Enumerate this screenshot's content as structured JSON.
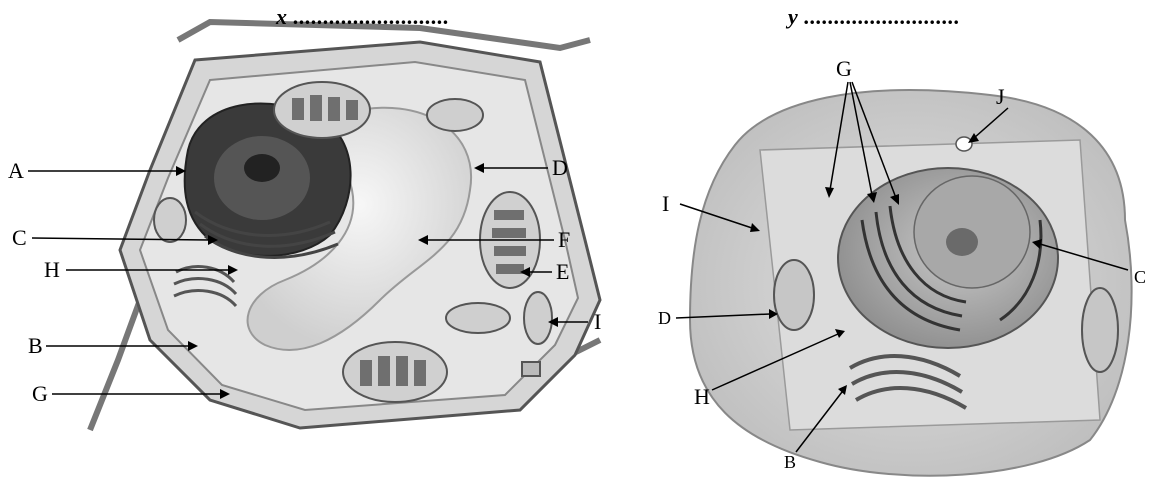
{
  "plant": {
    "title": "x ..........................",
    "labels": {
      "A": "A",
      "B": "B",
      "C": "C",
      "D": "D",
      "E": "E",
      "F": "F",
      "G": "G",
      "H": "H",
      "I": "I"
    }
  },
  "animal": {
    "title": "y ..........................",
    "labels": {
      "G": "G",
      "J": "J",
      "I": "I",
      "C": "C",
      "D": "D",
      "H": "H",
      "B": "B"
    }
  }
}
